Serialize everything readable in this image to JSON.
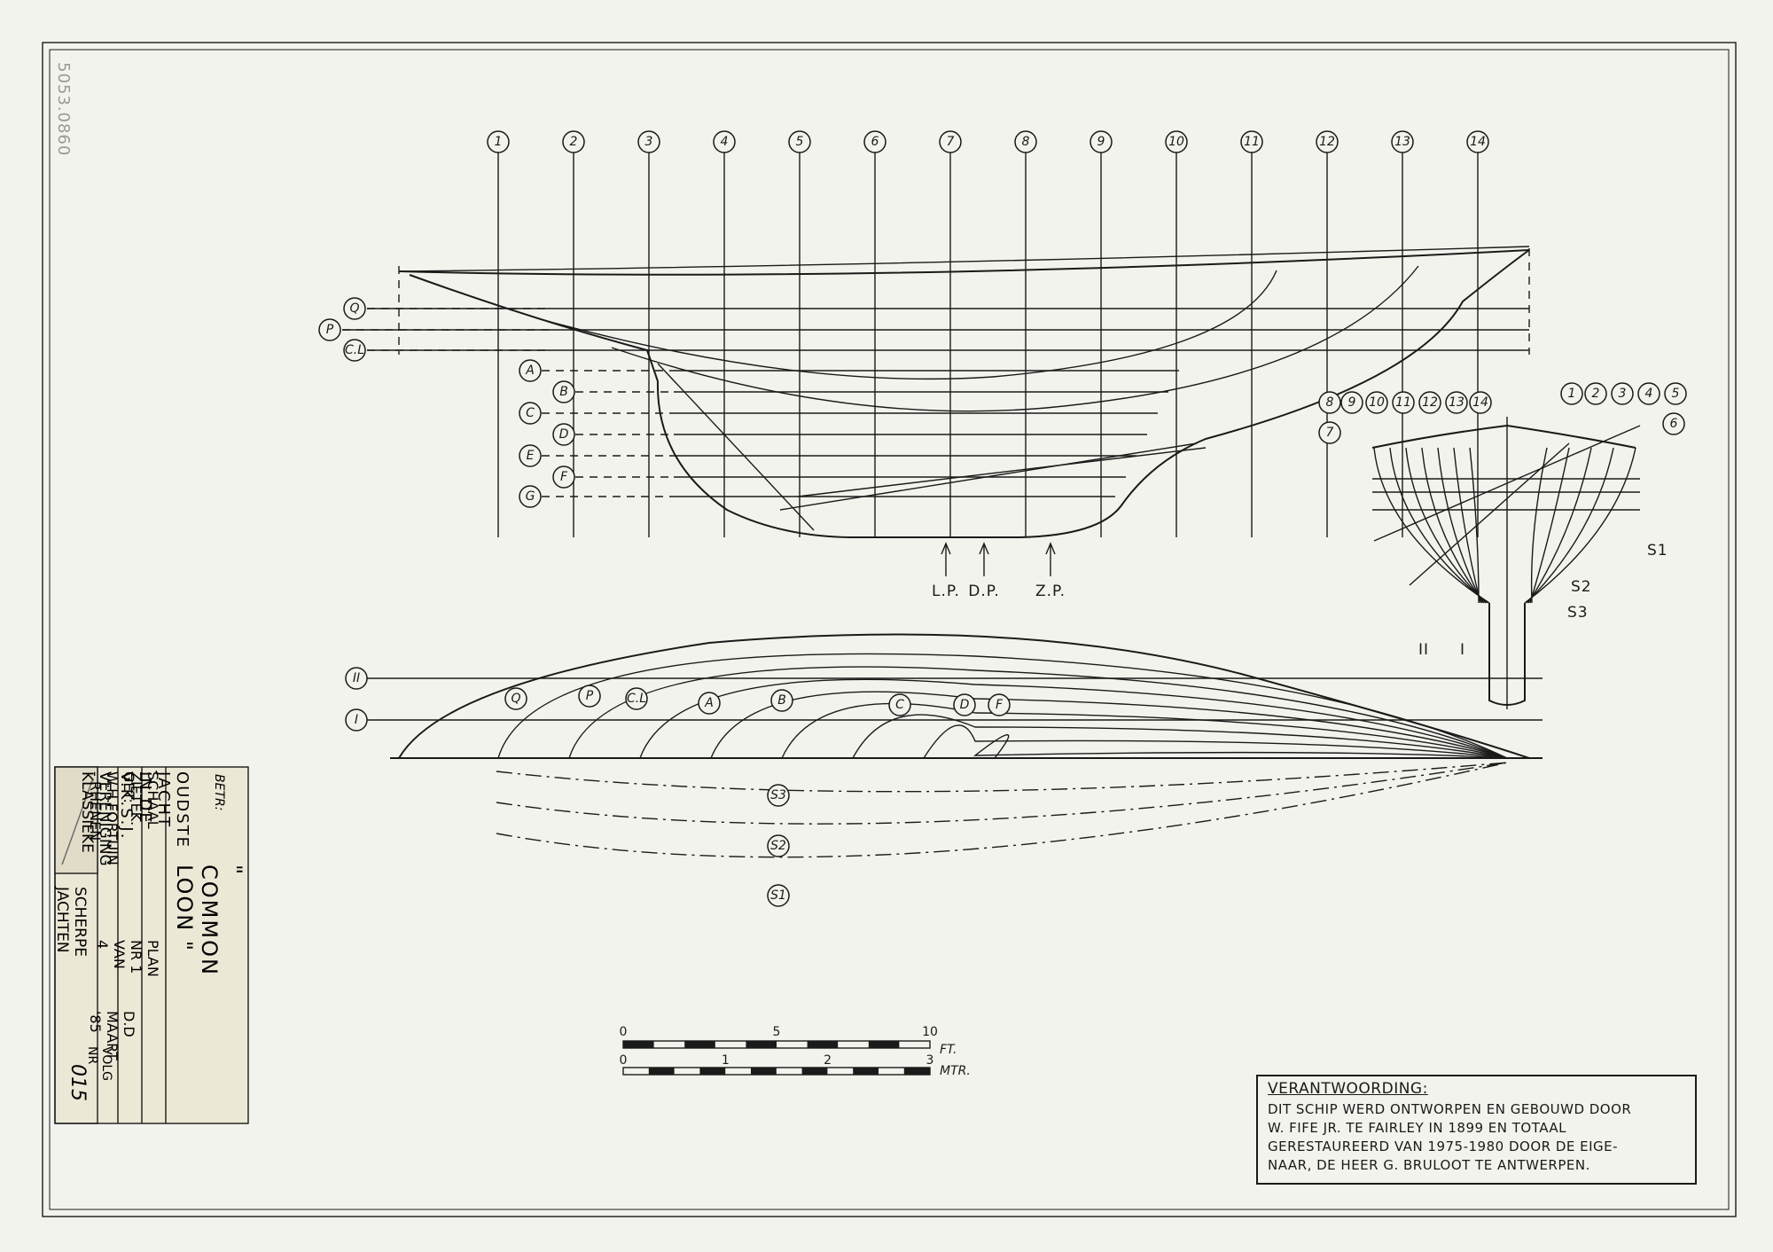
{
  "archive_mark": "5053.0860",
  "stations": [
    "1",
    "2",
    "3",
    "4",
    "5",
    "6",
    "7",
    "8",
    "9",
    "10",
    "11",
    "12",
    "13",
    "14"
  ],
  "profile_lines_upper": [
    "Q",
    "P",
    "C.L"
  ],
  "profile_lines_lower": [
    "A",
    "B",
    "C",
    "D",
    "E",
    "F",
    "G"
  ],
  "profile_markers": [
    "L.P.",
    "D.P.",
    "Z.P."
  ],
  "section_left_labels": [
    "8",
    "9",
    "10",
    "11",
    "12",
    "13",
    "14",
    "7"
  ],
  "section_right_labels": [
    "1",
    "2",
    "3",
    "4",
    "5",
    "6"
  ],
  "section_line_labels": [
    "S1",
    "S2",
    "S3"
  ],
  "section_buttock_labels": [
    "II",
    "I"
  ],
  "plan_side_labels": [
    "II",
    "I"
  ],
  "plan_waterline_labels": [
    "Q",
    "P",
    "C.L",
    "A",
    "B",
    "C",
    "D",
    "F"
  ],
  "plan_diagonal_labels": [
    "S3",
    "S2",
    "S1"
  ],
  "scale_bar": {
    "ft_ticks": [
      "0",
      "5",
      "10"
    ],
    "ft_unit": "FT.",
    "m_ticks": [
      "0",
      "1",
      "2",
      "3"
    ],
    "m_unit": "MTR."
  },
  "title_block": {
    "betr": "BETR:",
    "ship_name": "\" COMMON LOON \"",
    "subtitle": "OUDSTE JACHT IN DE V.K.S.J.",
    "schaal_label": "SCHAAL ZIETEK.",
    "plan_nr": "PLAN NR 1 VAN 4",
    "get_label": "GET: W.H.FORTUIN - RHENEN",
    "date": "D.D MAART '85",
    "org_line1": "VERENIGING KLASSIEKE",
    "volg_label": "VOLG NR",
    "org_line2": "SCHERPE JACHTEN",
    "volg_nr": "015"
  },
  "note": {
    "heading": "VERANTWOORDING:",
    "lines": [
      "DIT SCHIP WERD ONTWORPEN EN GEBOUWD DOOR",
      "W. FIFE JR. TE FAIRLEY IN 1899 EN TOTAAL",
      "GERESTAUREERD VAN 1975-1980 DOOR DE EIGE-",
      "NAAR, DE HEER G. BRULOOT TE ANTWERPEN."
    ]
  }
}
